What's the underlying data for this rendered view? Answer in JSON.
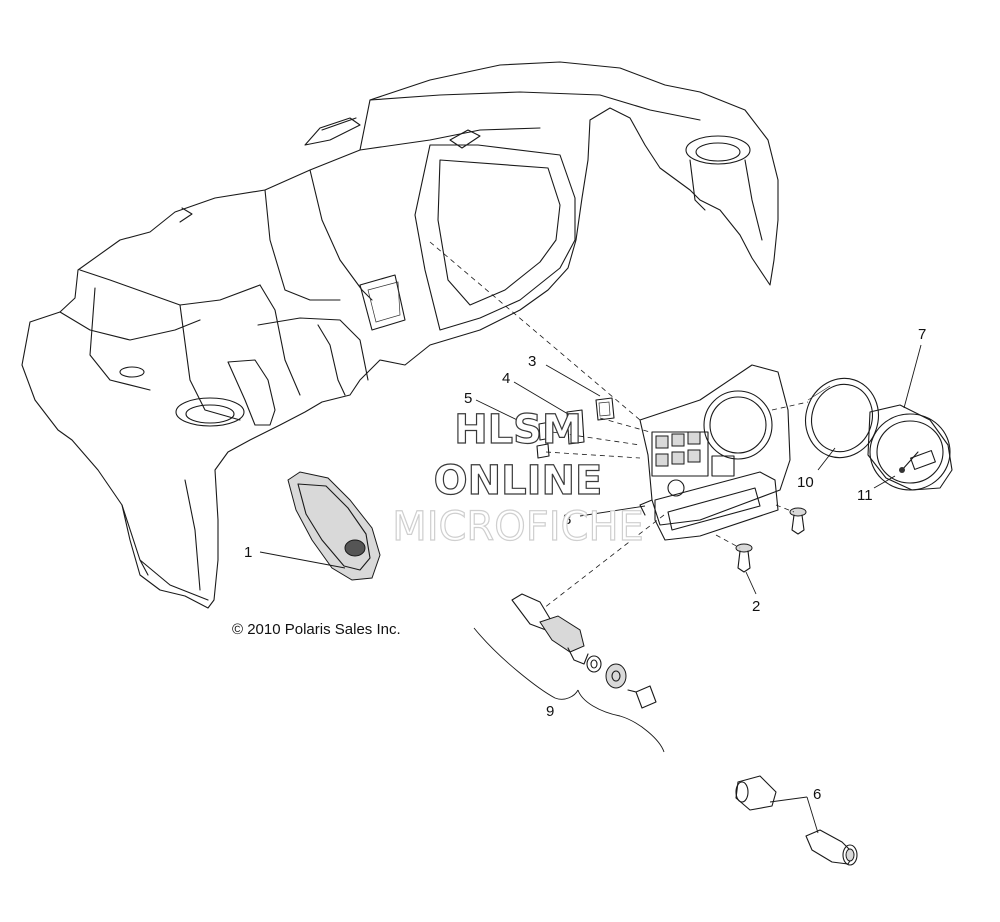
{
  "callouts": {
    "c1": "1",
    "c2": "2",
    "c3": "3",
    "c4": "4",
    "c5": "5",
    "c6": "6",
    "c7": "7",
    "c8": "8",
    "c9": "9",
    "c10": "10",
    "c11": "11"
  },
  "copyright": "© 2010 Polaris Sales Inc.",
  "watermark": {
    "line1": "HLSM",
    "line2": "ONLINE",
    "line3": "MICROFICHE"
  }
}
